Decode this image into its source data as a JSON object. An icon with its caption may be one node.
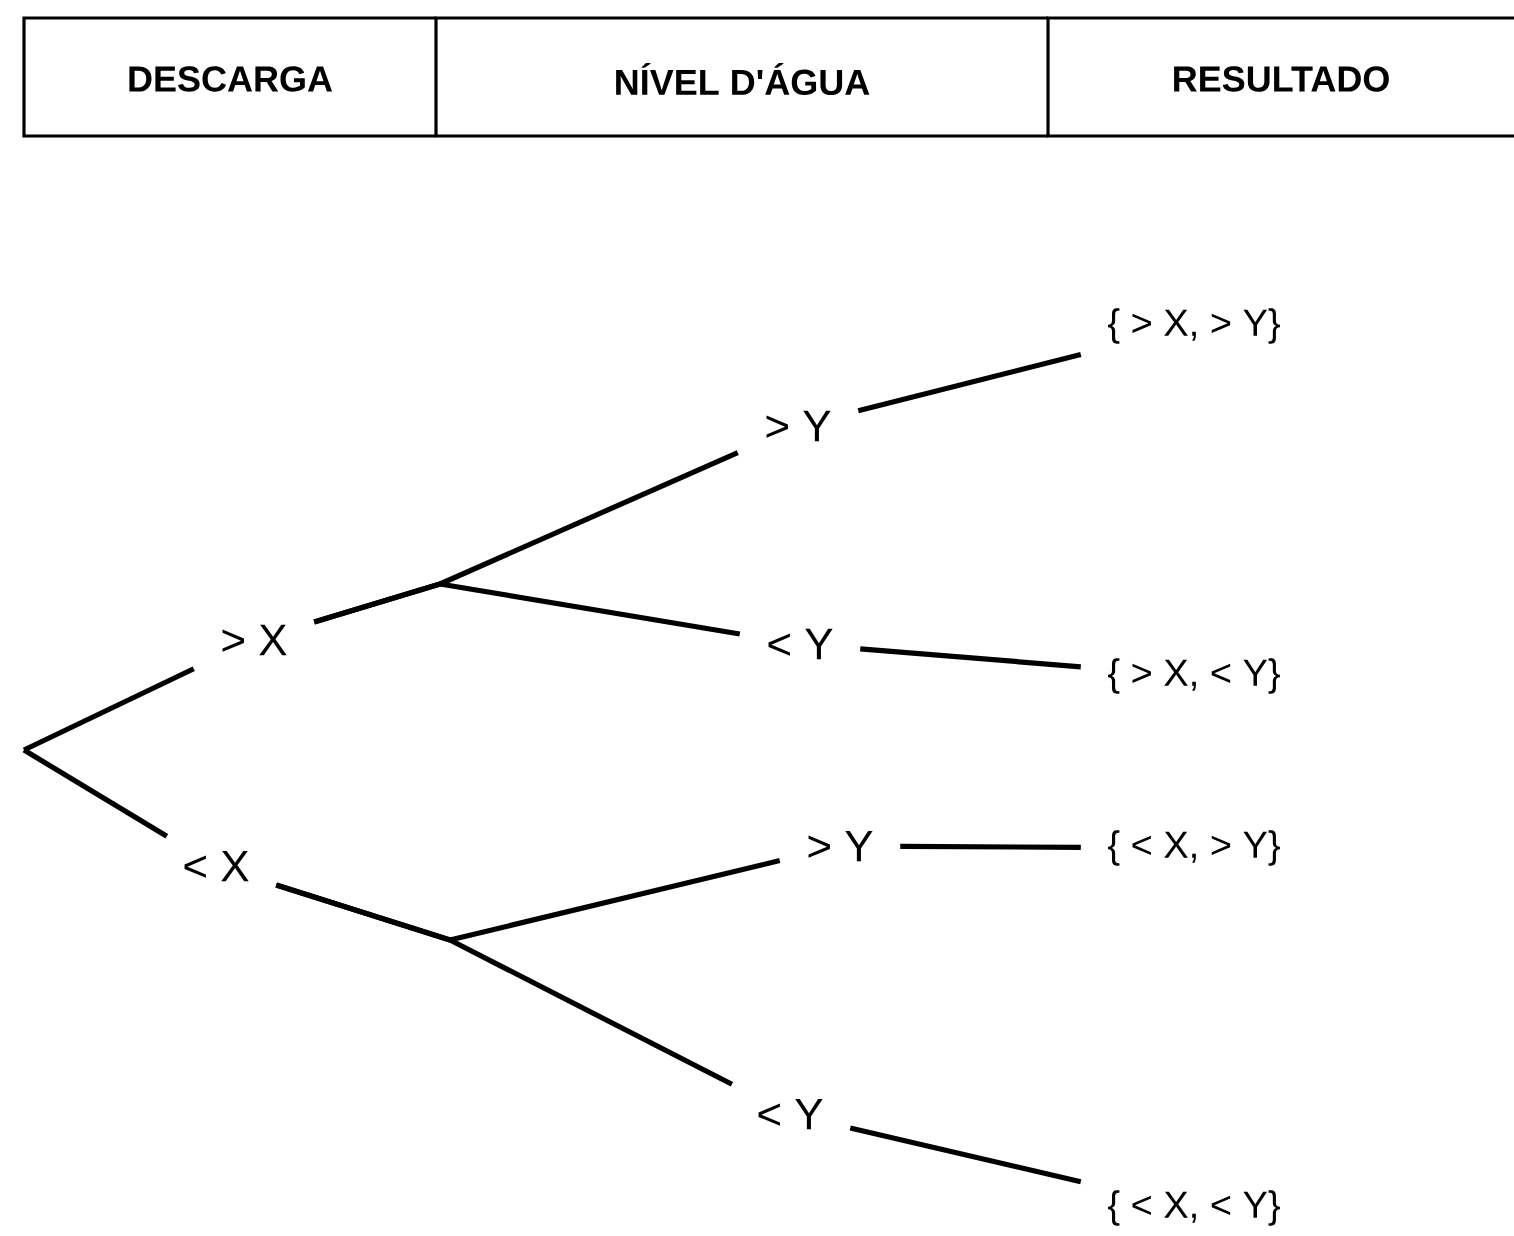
{
  "diagram": {
    "nodes": [
      {
        "text": [
          "> X"
        ]
      },
      {
        "text": [
          "< X"
        ]
      },
      {
        "text": [
          "> Y"
        ]
      },
      {
        "text": [
          "< Y"
        ]
      },
      {
        "text": [
          "> Y"
        ]
      },
      {
        "text": [
          "< Y"
        ]
      },
      {
        "text": [
          "{ > X, > Y}"
        ]
      },
      {
        "text": [
          "{ > X, < Y}"
        ]
      },
      {
        "text": [
          "{ < X, > Y}"
        ]
      },
      {
        "text": [
          "{ < X, < Y}"
        ]
      }
    ],
    "edges": [
      {
        "from": null,
        "to": 0,
        "arrow": "none"
      },
      {
        "from": null,
        "to": 1,
        "arrow": "none"
      },
      {
        "from": 0,
        "to": 2,
        "arrow": "none"
      },
      {
        "from": 0,
        "to": 3,
        "arrow": "none"
      },
      {
        "from": 1,
        "to": 4,
        "arrow": "none"
      },
      {
        "from": 1,
        "to": 5,
        "arrow": "none"
      },
      {
        "from": 2,
        "to": 6,
        "arrow": "none"
      },
      {
        "from": 3,
        "to": 7,
        "arrow": "none"
      },
      {
        "from": 4,
        "to": 8,
        "arrow": "none"
      },
      {
        "from": 5,
        "to": 9,
        "arrow": "none"
      }
    ],
    "labels": [
      "DESCARGA",
      "NÍVEL D'ÁGUA",
      "RESULTADO"
    ]
  }
}
